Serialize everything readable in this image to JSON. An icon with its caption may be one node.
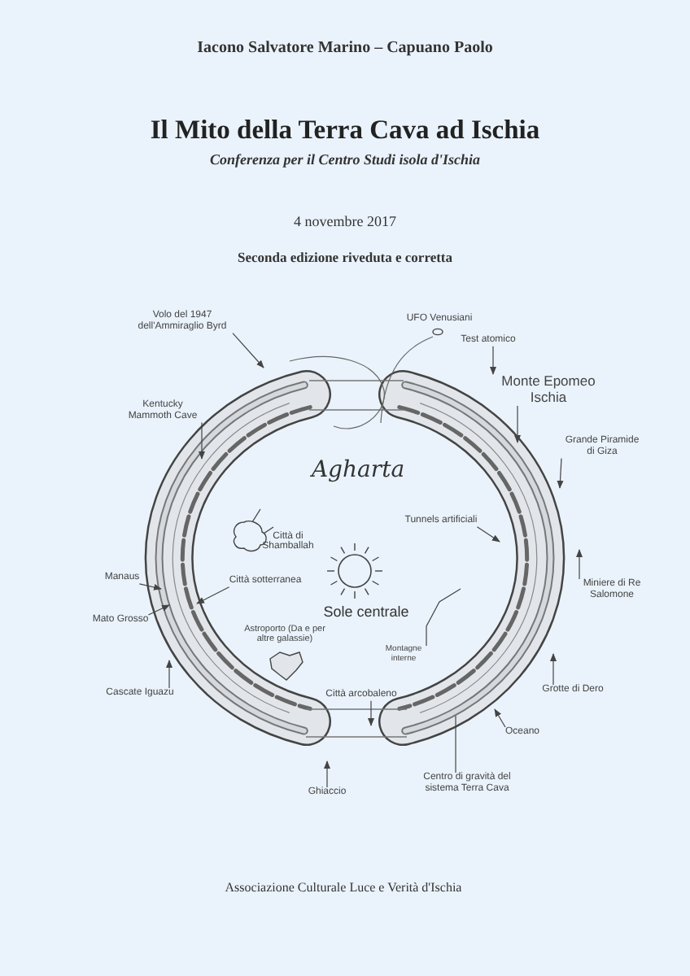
{
  "diagram": {
    "title": "Il Mito della Terra Cava ad Ischia",
    "nodes": [
      {
        "text": [
          "Volo del 1947 dell'Ammiraglio Byrd"
        ]
      },
      {
        "text": [
          "Kentucky Mammoth Cave"
        ]
      },
      {
        "text": [
          "Test atomico"
        ]
      },
      {
        "text": [
          "Monte Epomeo Ischia"
        ]
      },
      {
        "text": [
          "Grande Piramide di Giza"
        ]
      },
      {
        "text": [
          "Tunnels artificiali"
        ]
      },
      {
        "text": [
          "Miniere di Re Salomone"
        ]
      },
      {
        "text": [
          "Manaus"
        ]
      },
      {
        "text": [
          "Città sotterranea"
        ]
      },
      {
        "text": [
          "Mato Grosso"
        ]
      },
      {
        "text": [
          "Montagne interne"
        ]
      },
      {
        "text": [
          "Grotte di Dero"
        ]
      },
      {
        "text": [
          "Cascate Iguazu"
        ]
      },
      {
        "text": [
          "Città arcobaleno"
        ]
      },
      {
        "text": [
          "Oceano"
        ]
      },
      {
        "text": [
          "Ghiaccio"
        ]
      },
      {
        "text": [
          "Centro di gravità del sistema Terra Cava"
        ]
      }
    ],
    "edges": [
      {
        "from": 0,
        "to": null,
        "arrow": "to"
      },
      {
        "from": 1,
        "to": null,
        "arrow": "to"
      },
      {
        "from": 2,
        "to": null,
        "arrow": "to"
      },
      {
        "from": 3,
        "to": null,
        "arrow": "to"
      },
      {
        "from": 4,
        "to": null,
        "arrow": "to"
      },
      {
        "from": 5,
        "to": null,
        "arrow": "to"
      },
      {
        "from": 6,
        "to": null,
        "arrow": "to"
      },
      {
        "from": 7,
        "to": null,
        "arrow": "to"
      },
      {
        "from": 8,
        "to": null,
        "arrow": "to"
      },
      {
        "from": 9,
        "to": null,
        "arrow": "to"
      },
      {
        "from": 10,
        "to": null,
        "arrow": "none"
      },
      {
        "from": 11,
        "to": null,
        "arrow": "to"
      },
      {
        "from": 12,
        "to": null,
        "arrow": "to"
      },
      {
        "from": 13,
        "to": null,
        "arrow": "to"
      },
      {
        "from": 14,
        "to": null,
        "arrow": "to"
      },
      {
        "from": 15,
        "to": null,
        "arrow": "to"
      },
      {
        "from": 16,
        "to": null,
        "arrow": "none"
      }
    ],
    "labels": [
      "Iacono Salvatore Marino – Capuano Paolo",
      "Conferenza per il Centro Studi  isola d'Ischia",
      "4 novembre 2017",
      "Seconda edizione riveduta e corretta",
      "UFO Venusiani",
      "Agharta",
      "Città di Shamballah",
      "Sole centrale",
      "Astroporto (Da e per altre galassie)",
      "Associazione Culturale Luce e Verità d'Ischia"
    ]
  }
}
